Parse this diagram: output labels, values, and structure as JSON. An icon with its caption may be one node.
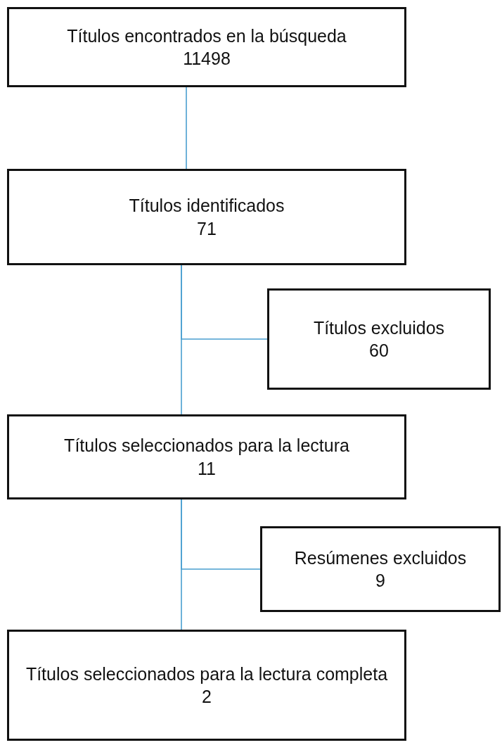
{
  "diagram": {
    "nodes": [
      {
        "text": [
          "Títulos encontrados en la búsqueda",
          "11498"
        ]
      },
      {
        "text": [
          "Títulos identificados",
          "71"
        ]
      },
      {
        "text": [
          "Títulos excluidos",
          "60"
        ]
      },
      {
        "text": [
          "Títulos seleccionados para la lectura",
          "11"
        ]
      },
      {
        "text": [
          "Resúmenes excluidos",
          "9"
        ]
      },
      {
        "text": [
          "Títulos seleccionados para la lectura completa",
          "2"
        ]
      }
    ],
    "edges": [
      {
        "from": 0,
        "to": 1,
        "arrow": "none"
      },
      {
        "from": 1,
        "to": 3,
        "arrow": "none"
      },
      {
        "from": 1,
        "to": 2,
        "arrow": "none"
      },
      {
        "from": 3,
        "to": 5,
        "arrow": "none"
      },
      {
        "from": 3,
        "to": 4,
        "arrow": "none"
      }
    ]
  }
}
